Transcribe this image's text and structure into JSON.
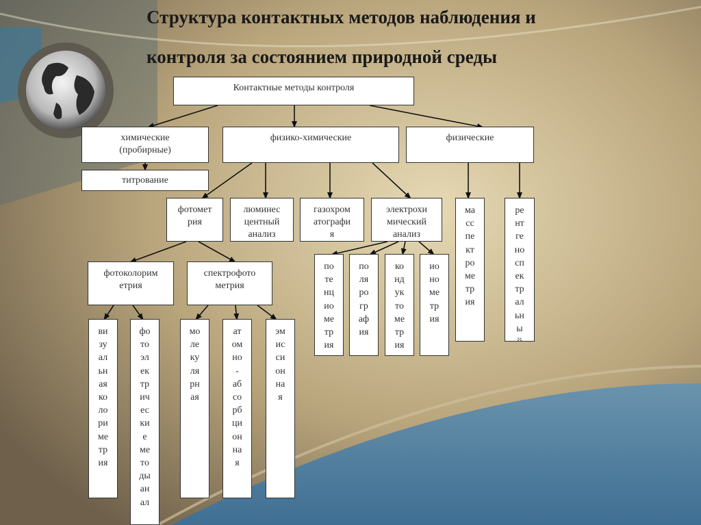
{
  "slide": {
    "title_line1": "Структура контактных методов наблюдения и",
    "title_line2": "контроля за состоянием природной среды"
  },
  "nodes": {
    "root": "Контактные методы контроля",
    "chemical": "химические\n(пробирные)",
    "titration": "титрование",
    "physchem": "физико-химические",
    "physical": "физические",
    "photometry": "фотомет\nрия",
    "luminescent": "люминес\nцентный\nанализ",
    "gaschrom": "газохром\nатографи\nя",
    "electrochem": "электрохи\nмический\nанализ",
    "massspec": "ма\nсс\nпе\nкт\nро\nме\nтр\nия",
    "xray": "ре\nнт\nге\nно\nсп\nек\nтр\nал\nьн\nы\nй\nан\nал\nиз",
    "photocolorimetry": "фотоколорим\nетрия",
    "spectrophotometry": "спектрофото\nметрия",
    "potentiometry": "по\nте\nнц\nио\nме\nтр\nия",
    "polarography": "по\nля\nро\nгр\nаф\nия",
    "conductometry": "ко\nнд\nук\nто\nме\nтр\nия",
    "ionometry": "ио\nно\nме\nтр\nия",
    "visual_colorimetry": "ви\nзу\nал\nьн\nая\nко\nло\nри\nме\nтр\nия",
    "photoelectric": "фо\nто\nэл\nек\nтр\nич\nес\nки\nе\nме\nто\nды\nан\nал",
    "molecular": "мо\nле\nку\nля\nрн\nая",
    "atomic_absorption": "ат\nом\nно\n-\nаб\nсо\nрб\nци\nон\nна\nя",
    "emission": "эм\nис\nси\nон\nна\nя"
  },
  "colors": {
    "box_border": "#333333",
    "line": "#111111",
    "sea": "#4f7fa0"
  }
}
